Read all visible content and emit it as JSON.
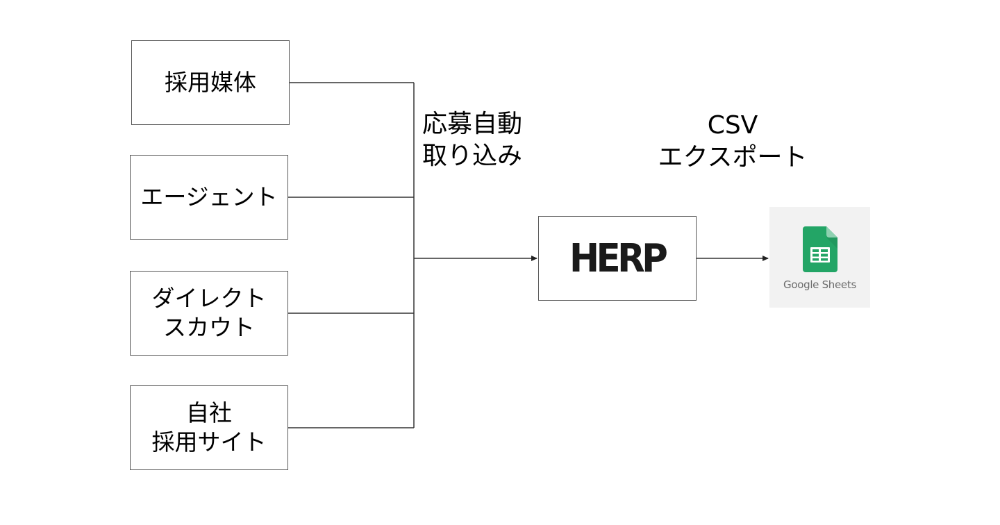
{
  "sources": [
    {
      "label": "採用媒体"
    },
    {
      "label": "エージェント"
    },
    {
      "label": "ダイレクト\nスカウト"
    },
    {
      "label": "自社\n採用サイト"
    }
  ],
  "import_label": "応募自動\n取り込み",
  "export_label": "CSV\nエクスポート",
  "herp_logo_text": "HERP",
  "sheets": {
    "label": "Google Sheets",
    "icon": "google-sheets-icon",
    "icon_color": "#23a566"
  }
}
